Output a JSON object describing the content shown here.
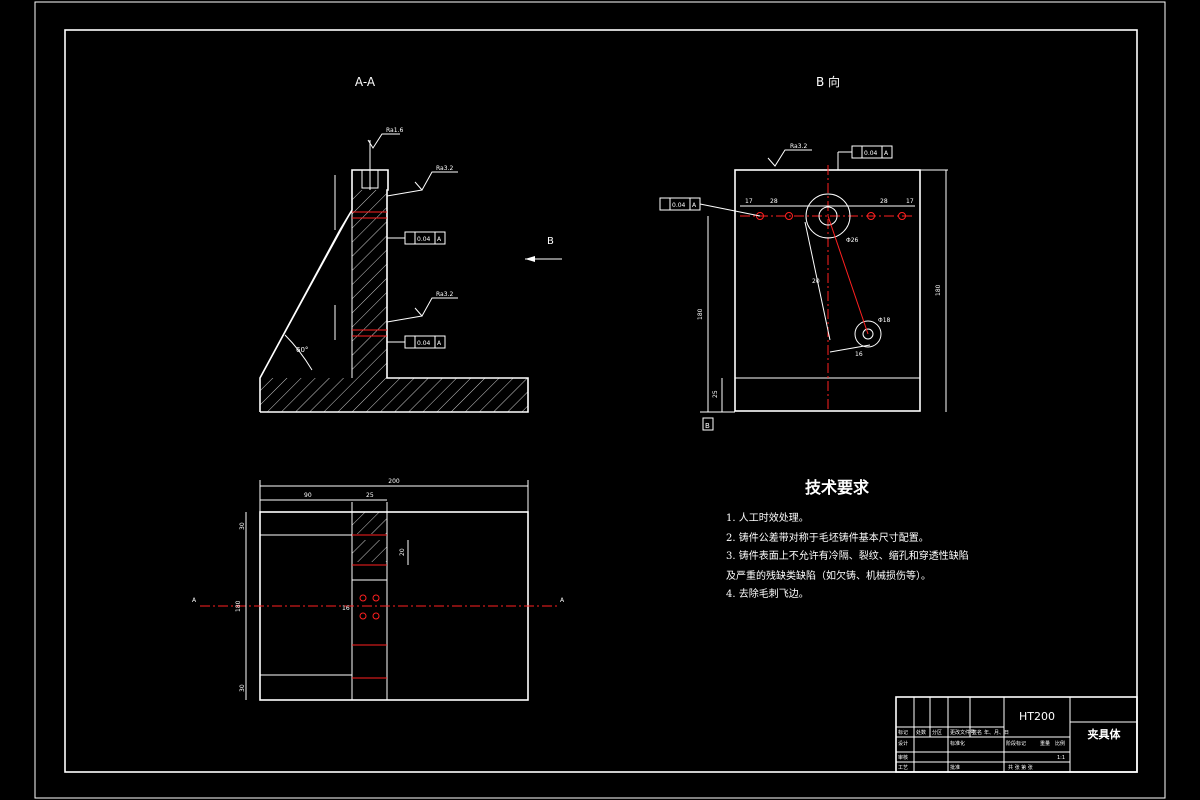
{
  "views": {
    "section_title": "A-A",
    "view_b_title": "B 向",
    "arrow_b_label": "B"
  },
  "dimensions": {
    "width_total": "200",
    "width_left": "90",
    "width_mid": "25",
    "height_total": "180",
    "row_top": "30",
    "row_bottom": "30",
    "hole_gap": "16",
    "pitch_1": "17",
    "pitch_2": "28",
    "pitch_3": "28",
    "pitch_4": "17",
    "dia_big": "Φ26",
    "dia_small": "Φ18",
    "angle": "60°",
    "depth": "20",
    "base_h": "25"
  },
  "annotations": {
    "roughness": "Ra3.2",
    "roughness_2": "Ra1.6",
    "flatness": "0.04",
    "parallel": "0.04",
    "datum": "A",
    "datum_b": "B"
  },
  "requirements": {
    "title": "技术要求",
    "items": [
      "1. 人工时效处理。",
      "2. 铸件公差带对称于毛坯铸件基本尺寸配置。",
      "3. 铸件表面上不允许有冷隔、裂纹、缩孔和穿透性缺陷",
      "及严重的残缺类缺陷（如欠铸、机械损伤等）。",
      "4. 去除毛刺飞边。"
    ]
  },
  "title_block": {
    "material": "HT200",
    "part_name": "夹具体",
    "scale": "1:1",
    "row_labels": [
      "标记",
      "处数",
      "分区",
      "更改文件号",
      "签名",
      "年、月、日"
    ],
    "roles": [
      "设计",
      "审核",
      "工艺"
    ],
    "std": "标准化",
    "approve": "批准",
    "stage": "阶段标记",
    "weight": "重量",
    "ratio": "比例",
    "sheets": "共   张   第   张"
  }
}
